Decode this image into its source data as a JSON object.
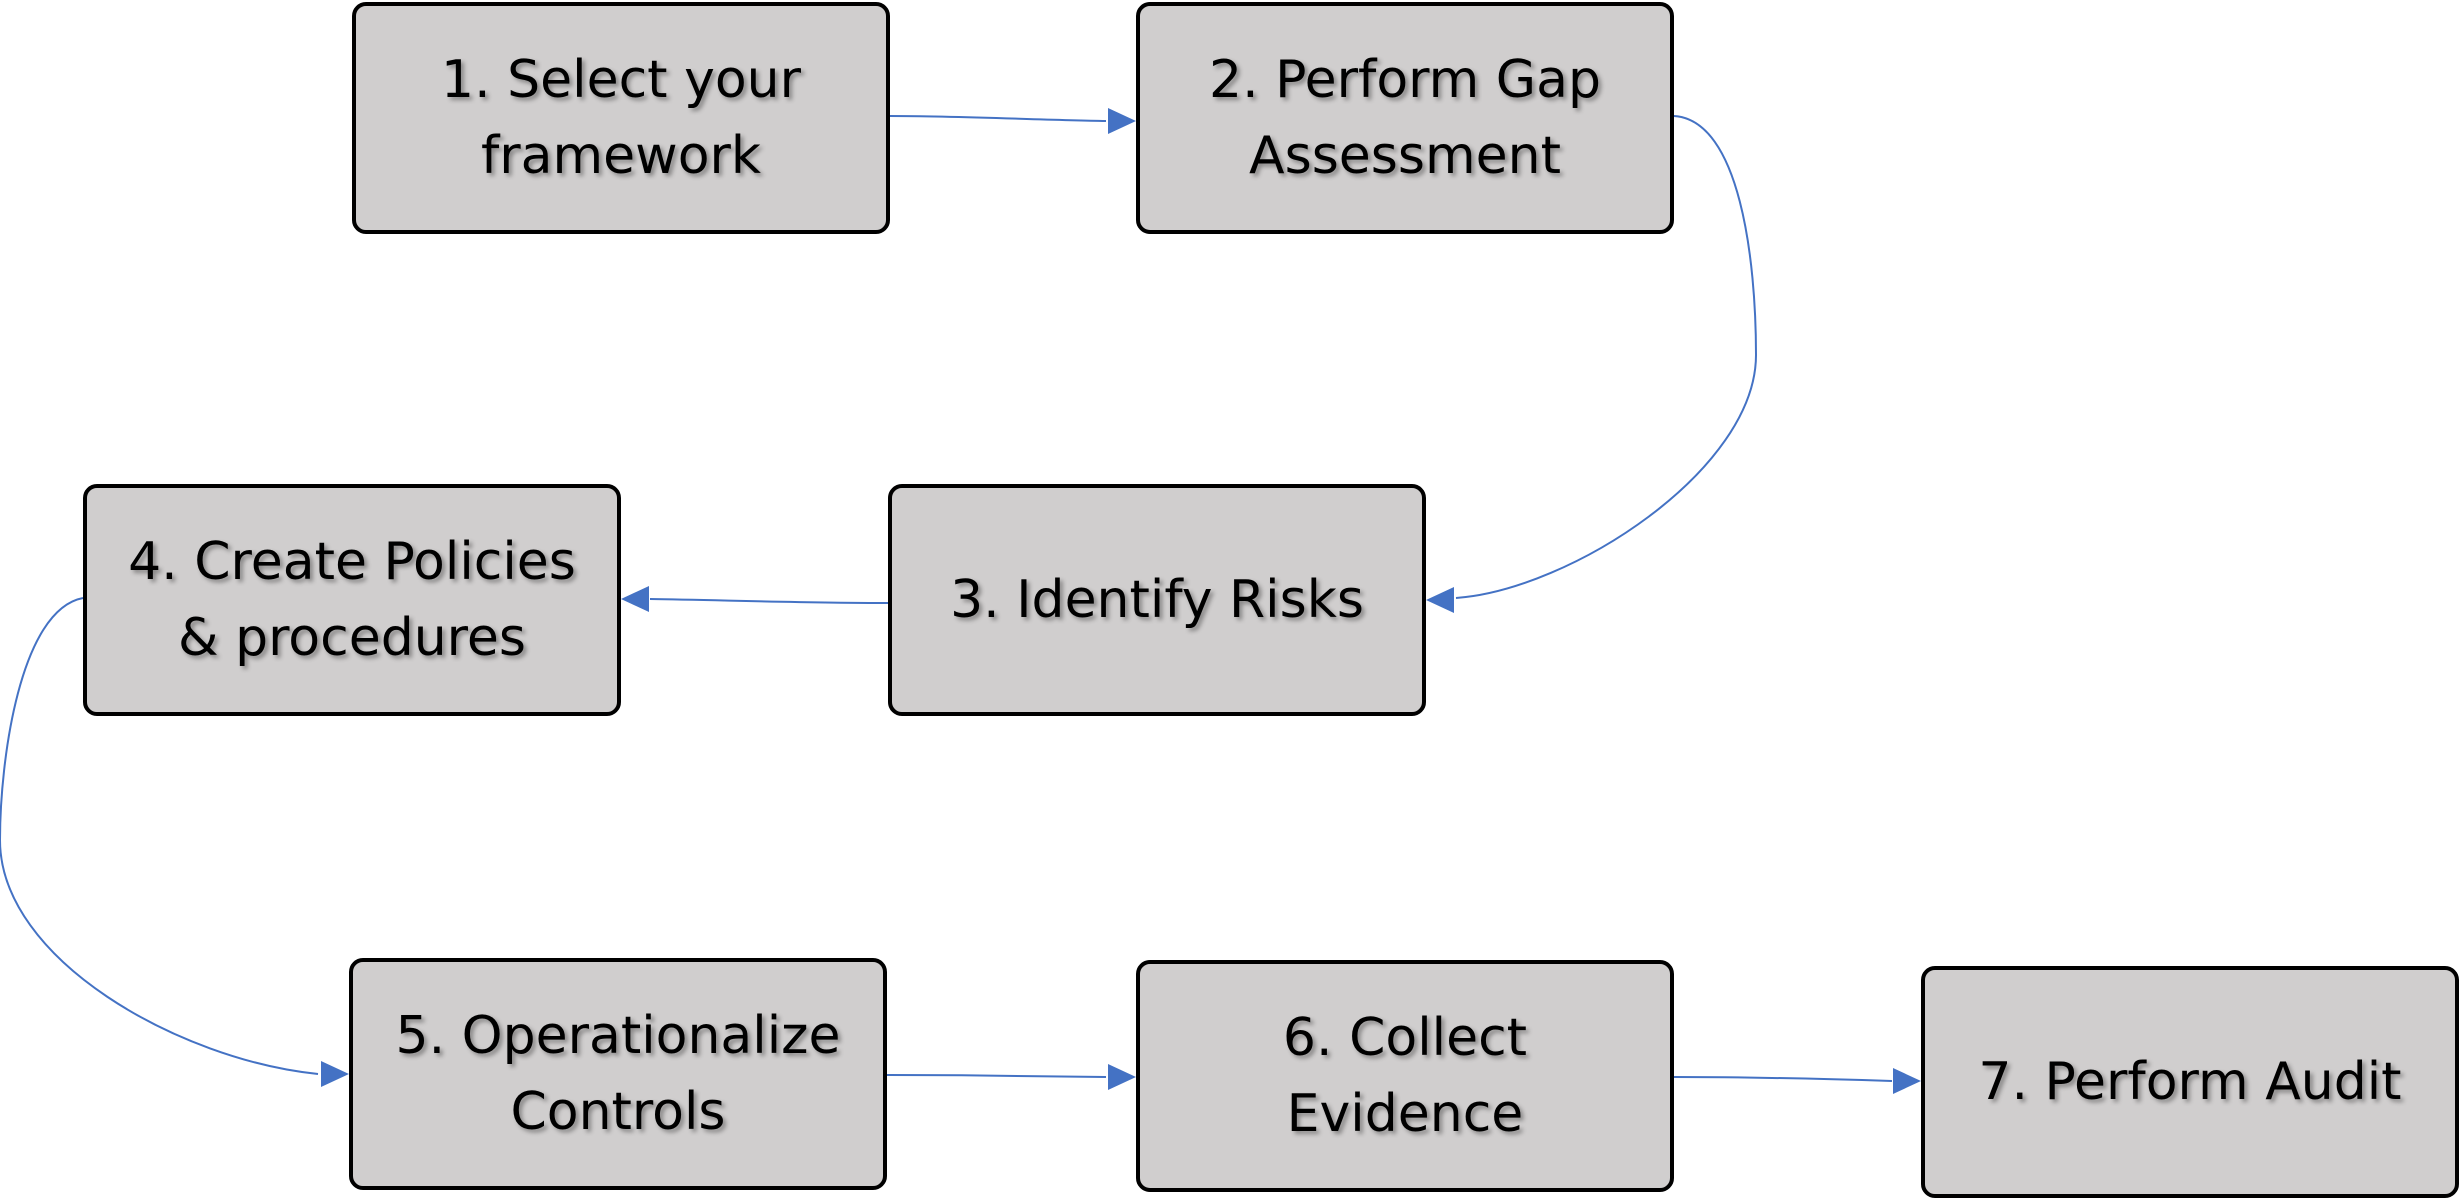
{
  "diagram": {
    "connector_color": "#4472c4",
    "box_fill": "#d0cece",
    "box_border": "#000000",
    "steps": [
      {
        "id": "step-1",
        "label": "1. Select your\nframework"
      },
      {
        "id": "step-2",
        "label": "2. Perform Gap\nAssessment"
      },
      {
        "id": "step-3",
        "label": "3. Identify Risks"
      },
      {
        "id": "step-4",
        "label": "4. Create Policies\n&  procedures"
      },
      {
        "id": "step-5",
        "label": "5. Operationalize\nControls"
      },
      {
        "id": "step-6",
        "label": "6. Collect\nEvidence"
      },
      {
        "id": "step-7",
        "label": "7. Perform Audit"
      }
    ],
    "connections": [
      {
        "from": "step-1",
        "to": "step-2"
      },
      {
        "from": "step-2",
        "to": "step-3"
      },
      {
        "from": "step-3",
        "to": "step-4"
      },
      {
        "from": "step-4",
        "to": "step-5"
      },
      {
        "from": "step-5",
        "to": "step-6"
      },
      {
        "from": "step-6",
        "to": "step-7"
      }
    ]
  }
}
